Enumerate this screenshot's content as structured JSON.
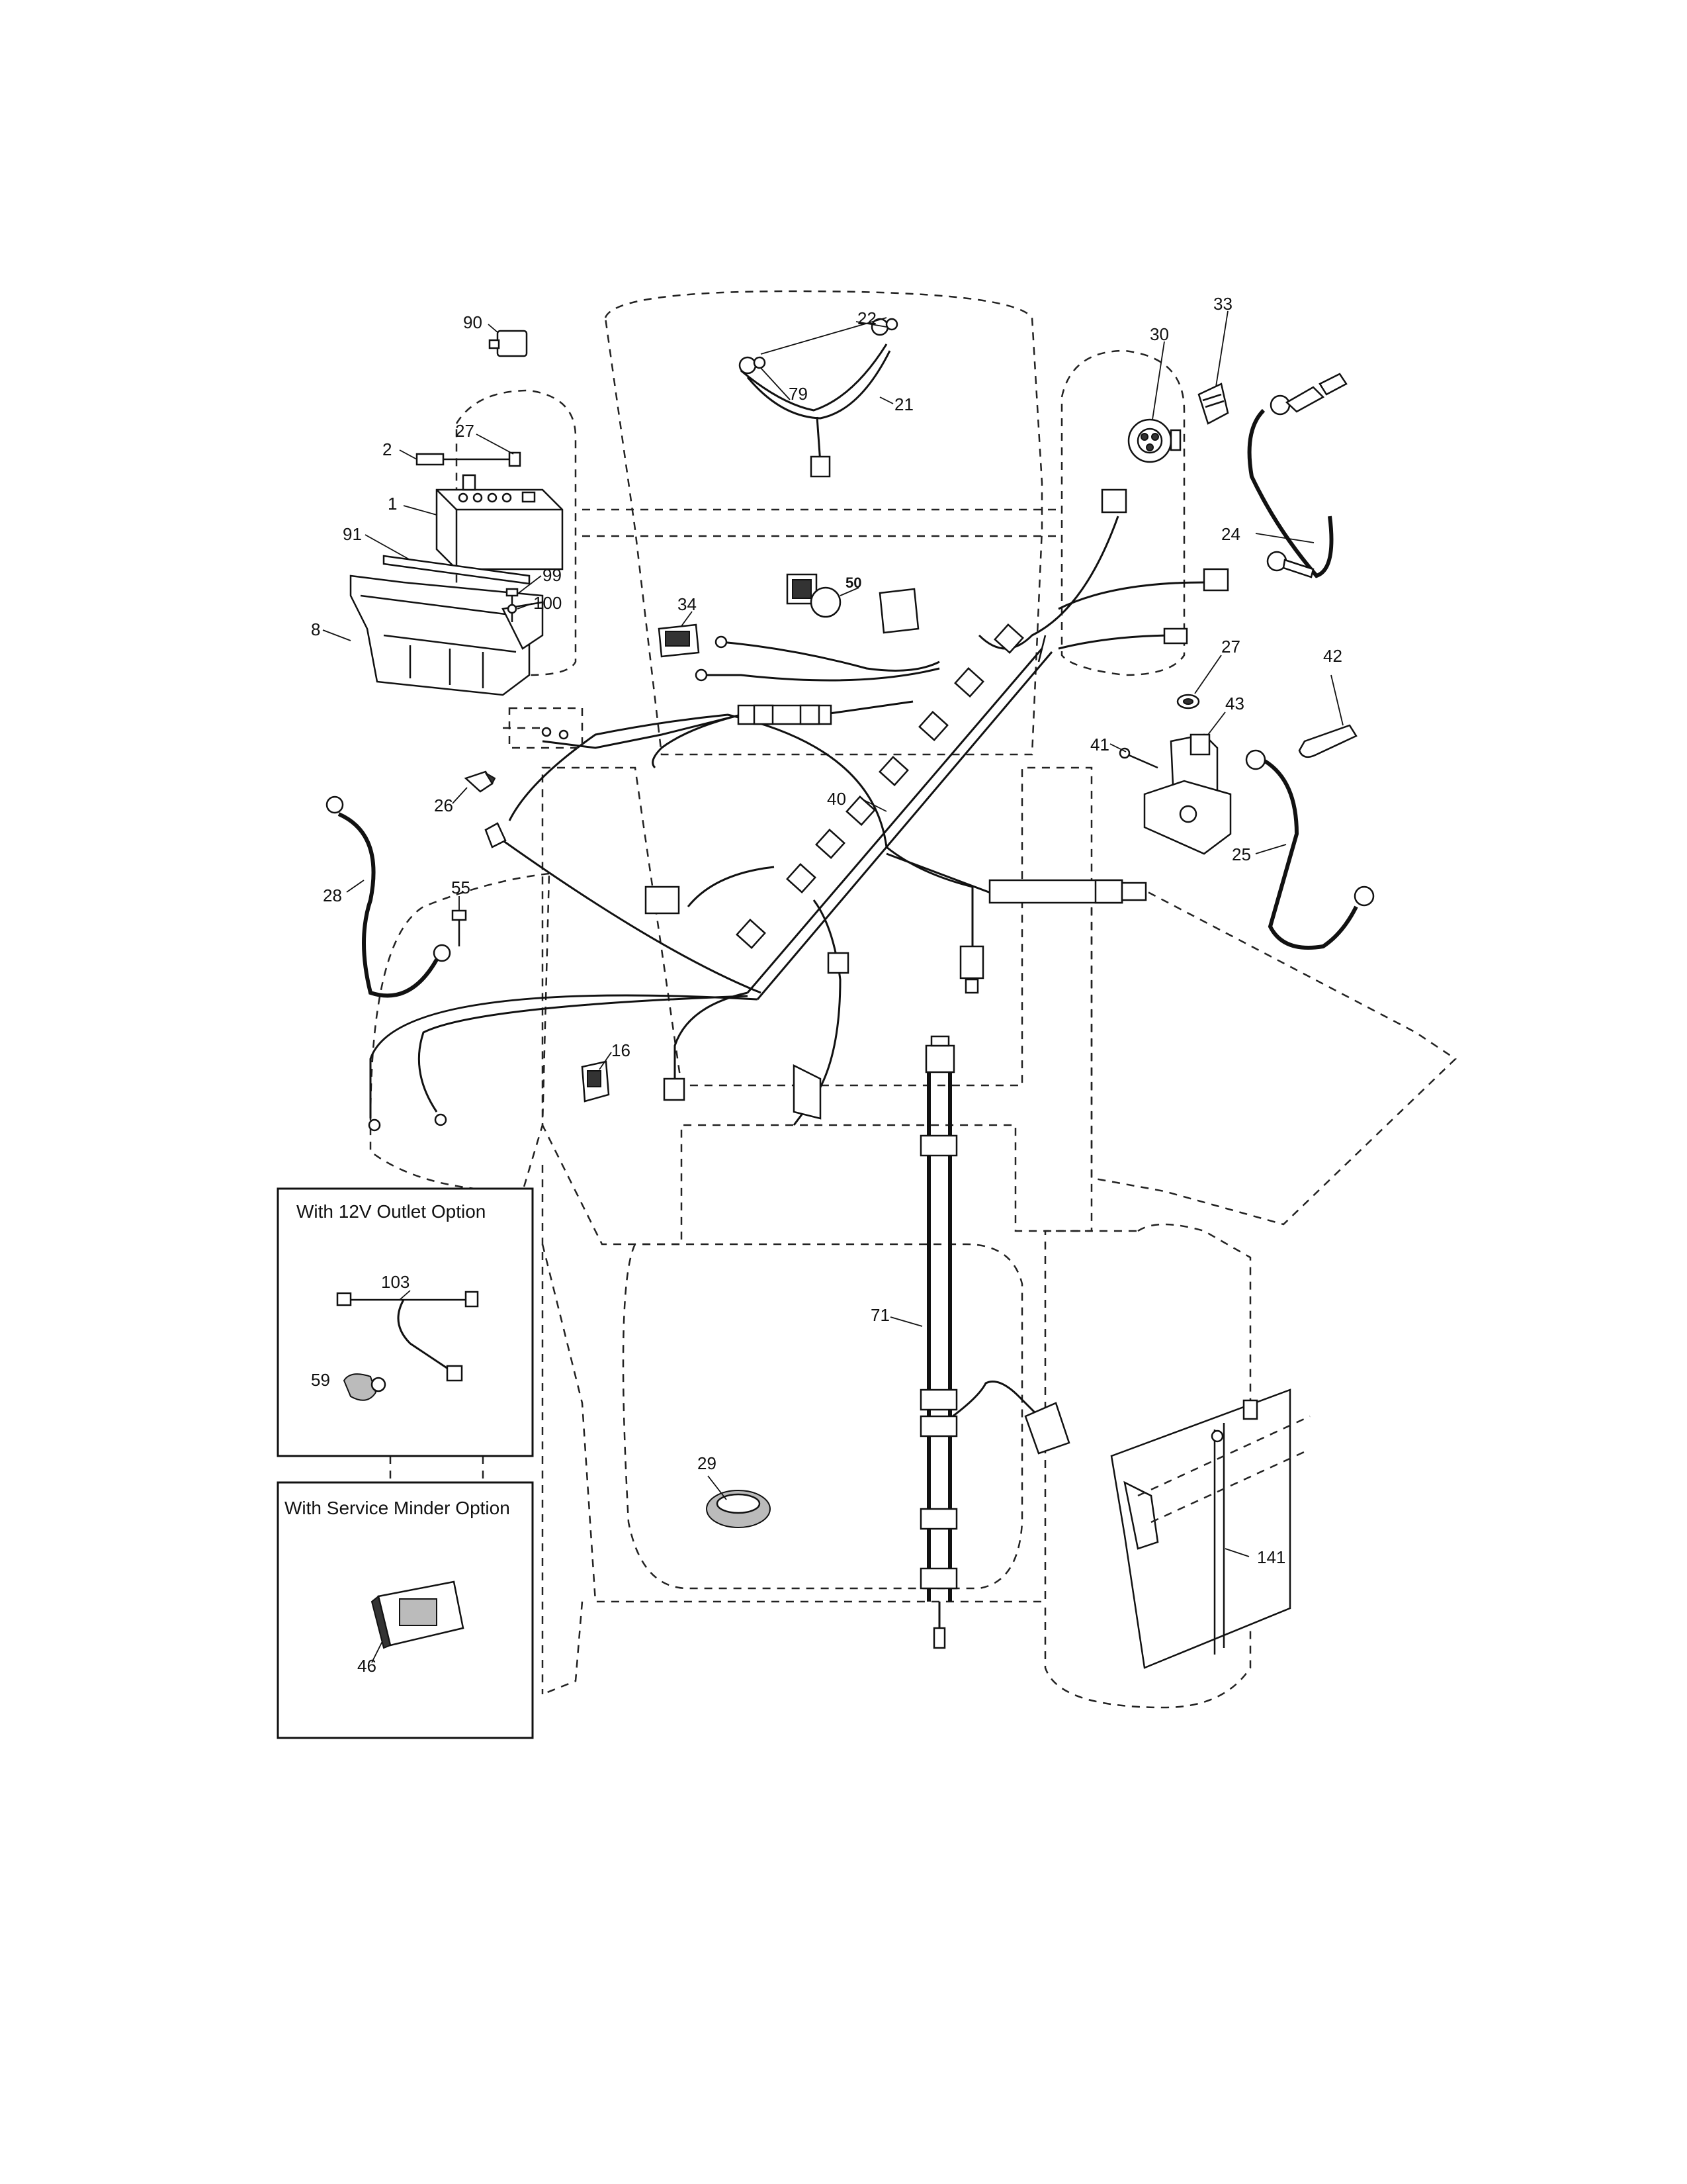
{
  "callouts": [
    "90",
    "27",
    "2",
    "1",
    "91",
    "99",
    "100",
    "8",
    "22",
    "79",
    "21",
    "30",
    "33",
    "24",
    "34",
    "50",
    "27",
    "42",
    "43",
    "41",
    "25",
    "26",
    "28",
    "55",
    "40",
    "16",
    "29",
    "71",
    "141",
    "103",
    "59",
    "46"
  ],
  "boxes": {
    "outlet_option": "With 12V Outlet Option",
    "service_minder_option": "With Service Minder Option"
  }
}
